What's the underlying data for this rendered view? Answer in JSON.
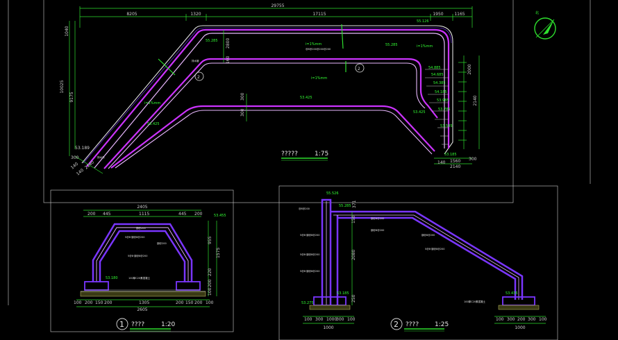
{
  "plan": {
    "total_width": "29755",
    "top_segments": [
      "8205",
      "1320",
      "17115",
      "1950",
      "1165"
    ],
    "left_dims": [
      "1040",
      "10025",
      "9175"
    ],
    "right_dims": [
      "2140",
      "2000"
    ],
    "bottom_right_dims": [
      "140",
      "1560",
      "300",
      "2140",
      "53.185"
    ],
    "bottom_left_dims": [
      "53.189",
      "300",
      "140",
      "2140"
    ],
    "elevations": [
      "55.126",
      "55.285",
      "55.285",
      "54.885",
      "54.685",
      "54.385",
      "54.185",
      "53.985",
      "53.785",
      "53.585",
      "53.425",
      "53.425",
      "53.425"
    ],
    "mid_dims": [
      "2800",
      "160",
      "300",
      "300",
      "140"
    ],
    "rebar_notes": [
      "i=1%mm",
      "i=1%mm",
      "i=1%mm",
      "i=1%mm"
    ],
    "rebar_detail": "@8@200@200@200",
    "pipe_label": "排水管",
    "pipe_label2": "排水沟",
    "section_markers": [
      "2",
      "2"
    ],
    "title": "?????",
    "scale": "1:75"
  },
  "detail1": {
    "marker": "1",
    "title": "????",
    "scale": "1:20",
    "top_total": "2405",
    "top_dims": [
      "200",
      "445",
      "1115",
      "445",
      "200"
    ],
    "bottom_total": "2605",
    "bottom_dims": [
      "100",
      "200",
      "150",
      "200",
      "1305",
      "200",
      "150",
      "200",
      "100"
    ],
    "right_dims": [
      "53.455",
      "955",
      "1575",
      "220",
      "200",
      "100"
    ],
    "elevation_bottom": "53.180",
    "labels": [
      "钢@200",
      "钢@200",
      "5@8·钢@8@200",
      "5@8·钢@8@200"
    ],
    "base_note": "100厚C20素混凝土"
  },
  "detail2": {
    "marker": "2",
    "title": "????",
    "scale": "1:25",
    "top_elevation": "55.526",
    "top_dims": [
      "55.285",
      "371"
    ],
    "left_labels": [
      "@8@200",
      "5@8·钢@8@200",
      "5@8·钢@8@200",
      "5@8·钢@8@200"
    ],
    "mid_labels": [
      "钢@8@200",
      "钢@8@200"
    ],
    "right_labels": [
      "钢@8@200",
      "5@8·钢@8@200"
    ],
    "vertical_dims": [
      "150",
      "2080",
      "250"
    ],
    "left_bottom_dims": [
      "100",
      "300",
      "1000",
      "300",
      "100"
    ],
    "left_bottom_total": "1000",
    "right_bottom_dims": [
      "100",
      "300",
      "200",
      "300",
      "100"
    ],
    "right_bottom_total": "1000",
    "elevations": [
      "53.275",
      "53.185",
      "53.435"
    ],
    "base_note": "100厚C20素混凝土"
  }
}
